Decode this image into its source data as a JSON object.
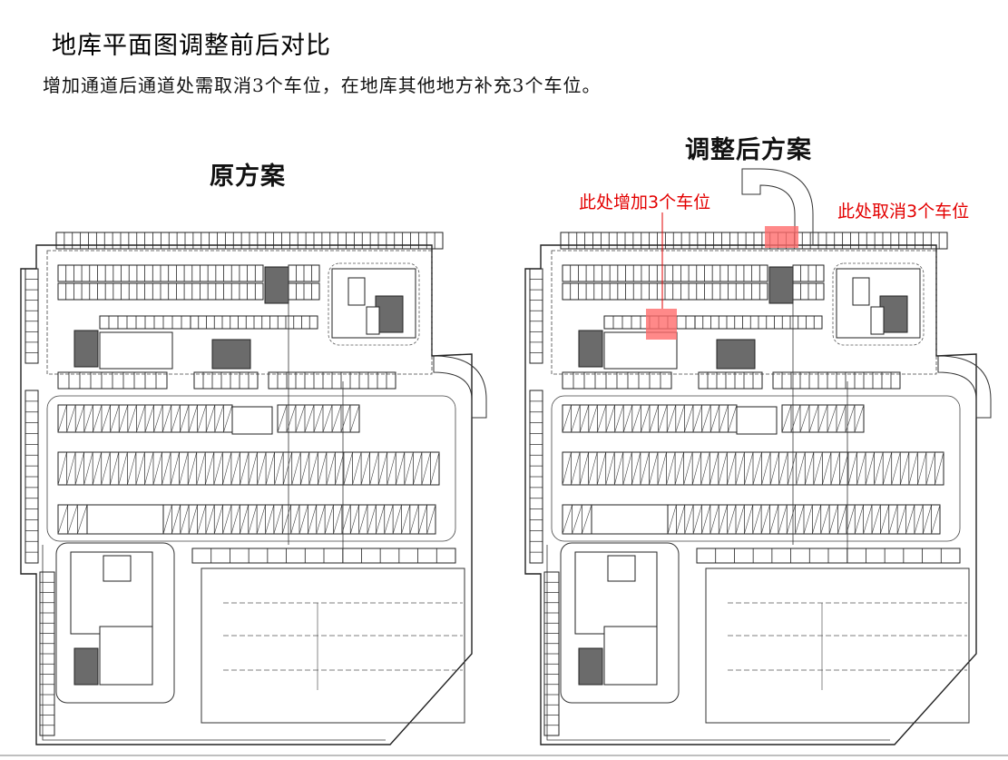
{
  "title": "地库平面图调整前后对比",
  "subtitle": "增加通道后通道处需取消3个车位，在地库其他地方补充3个车位。",
  "plans": {
    "original_label": "原方案",
    "adjusted_label": "调整后方案"
  },
  "annotations": {
    "added": "此处增加3个车位",
    "removed": "此处取消3个车位"
  },
  "colors": {
    "highlight": "#ff6b6b",
    "note_text": "#e30000",
    "dark_block": "#6b6b6b"
  }
}
